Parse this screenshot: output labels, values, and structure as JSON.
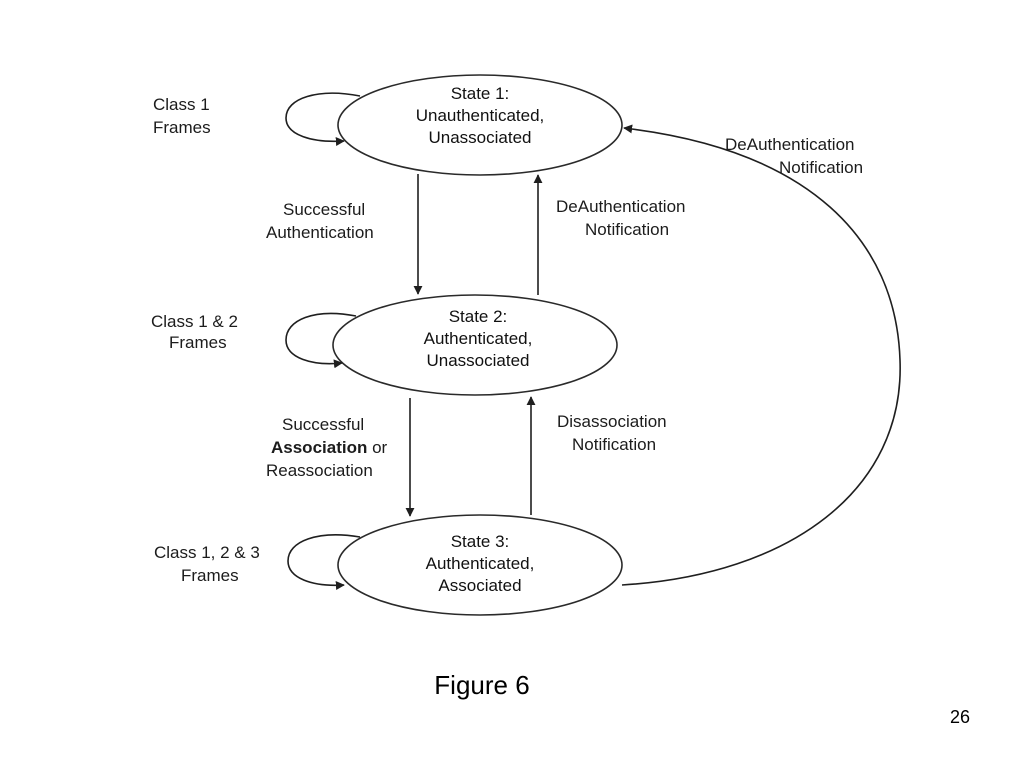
{
  "diagram": {
    "states": [
      {
        "lines": [
          "State 1:",
          "Unauthenticated,",
          "Unassociated"
        ]
      },
      {
        "lines": [
          "State 2:",
          "Authenticated,",
          "Unassociated"
        ]
      },
      {
        "lines": [
          "State 3:",
          "Authenticated,",
          "Associated"
        ]
      }
    ],
    "self_loops": [
      {
        "lines": [
          "Class 1",
          "Frames"
        ]
      },
      {
        "lines": [
          "Class 1 & 2",
          "Frames"
        ]
      },
      {
        "lines": [
          "Class 1, 2 & 3",
          "Frames"
        ]
      }
    ],
    "transitions": {
      "s1_to_s2": [
        "Successful",
        "Authentication"
      ],
      "s2_to_s1": [
        "DeAuthentication",
        "Notification"
      ],
      "s2_to_s3": {
        "line1": "Successful",
        "line2_bold": "Association",
        "line2_rest": " or",
        "line3": "Reassociation"
      },
      "s3_to_s2": [
        "Disassociation",
        "Notification"
      ],
      "s3_to_s1": [
        "DeAuthentication",
        "Notification"
      ]
    }
  },
  "caption": "Figure 6",
  "page_number": "26"
}
